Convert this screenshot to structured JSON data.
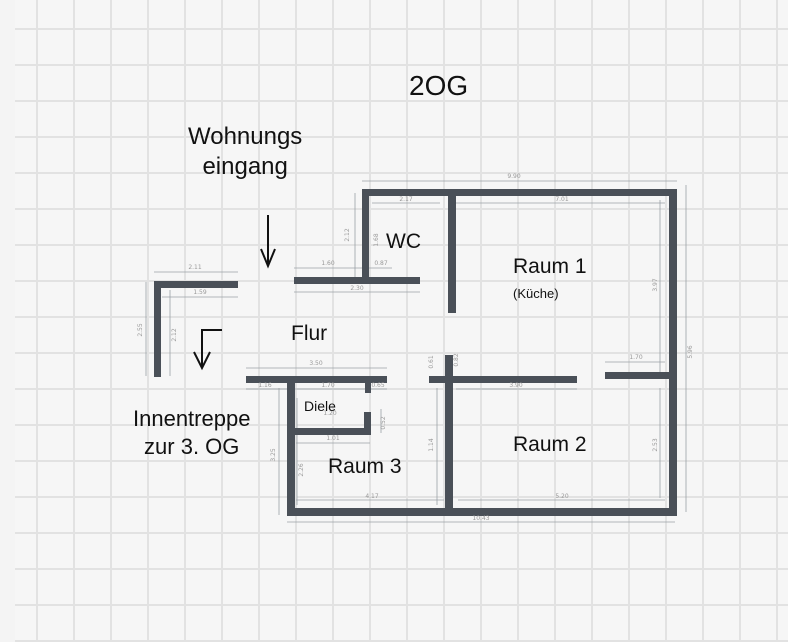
{
  "title": "2OG",
  "annotations": {
    "entrance": "Wohnungs\neingang",
    "entrance_line1": "Wohnungs",
    "entrance_line2": "eingang",
    "stairs_line1": "Innentreppe",
    "stairs_line2": "zur 3. OG"
  },
  "rooms": {
    "wc": "WC",
    "raum1": "Raum 1",
    "raum1_sub": "(Küche)",
    "flur": "Flur",
    "diele": "Diele",
    "raum2": "Raum 2",
    "raum3": "Raum 3"
  },
  "dimensions": {
    "top_total": "9.90",
    "top_wc_inner": "2.17",
    "top_raum1_inner": "7.01",
    "wc_wall_left": "1.60",
    "wc_wall_right": "0.87",
    "wc_wall_total": "2.30",
    "wc_height": "2.12",
    "wc_height_inner": "1.68",
    "stair_top_outer": "2.11",
    "stair_top_inner": "1.59",
    "stair_side_outer": "2.55",
    "stair_side_inner": "2.12",
    "diele_top": "3.50",
    "diele_left": "1.16",
    "diele_mid": "1.70",
    "diele_right": "0.65",
    "diele_inner": "1.20",
    "diele_bottom": "1.01",
    "diele_side": "0.52",
    "mid_wall": "3.90",
    "raum1_right_stub": "1.70",
    "raum1_height": "3.97",
    "right_total": "5.96",
    "raum2_height": "2.53",
    "raum3_height": "2.26",
    "raum3_outer": "3.25",
    "mid_vertical": "1.14",
    "mid_short_a": "0.61",
    "mid_short_b": "0.61",
    "mid_short_c": "0.82",
    "raum3_width": "4.17",
    "raum2_width": "5.20",
    "bottom_total": "10.43"
  }
}
